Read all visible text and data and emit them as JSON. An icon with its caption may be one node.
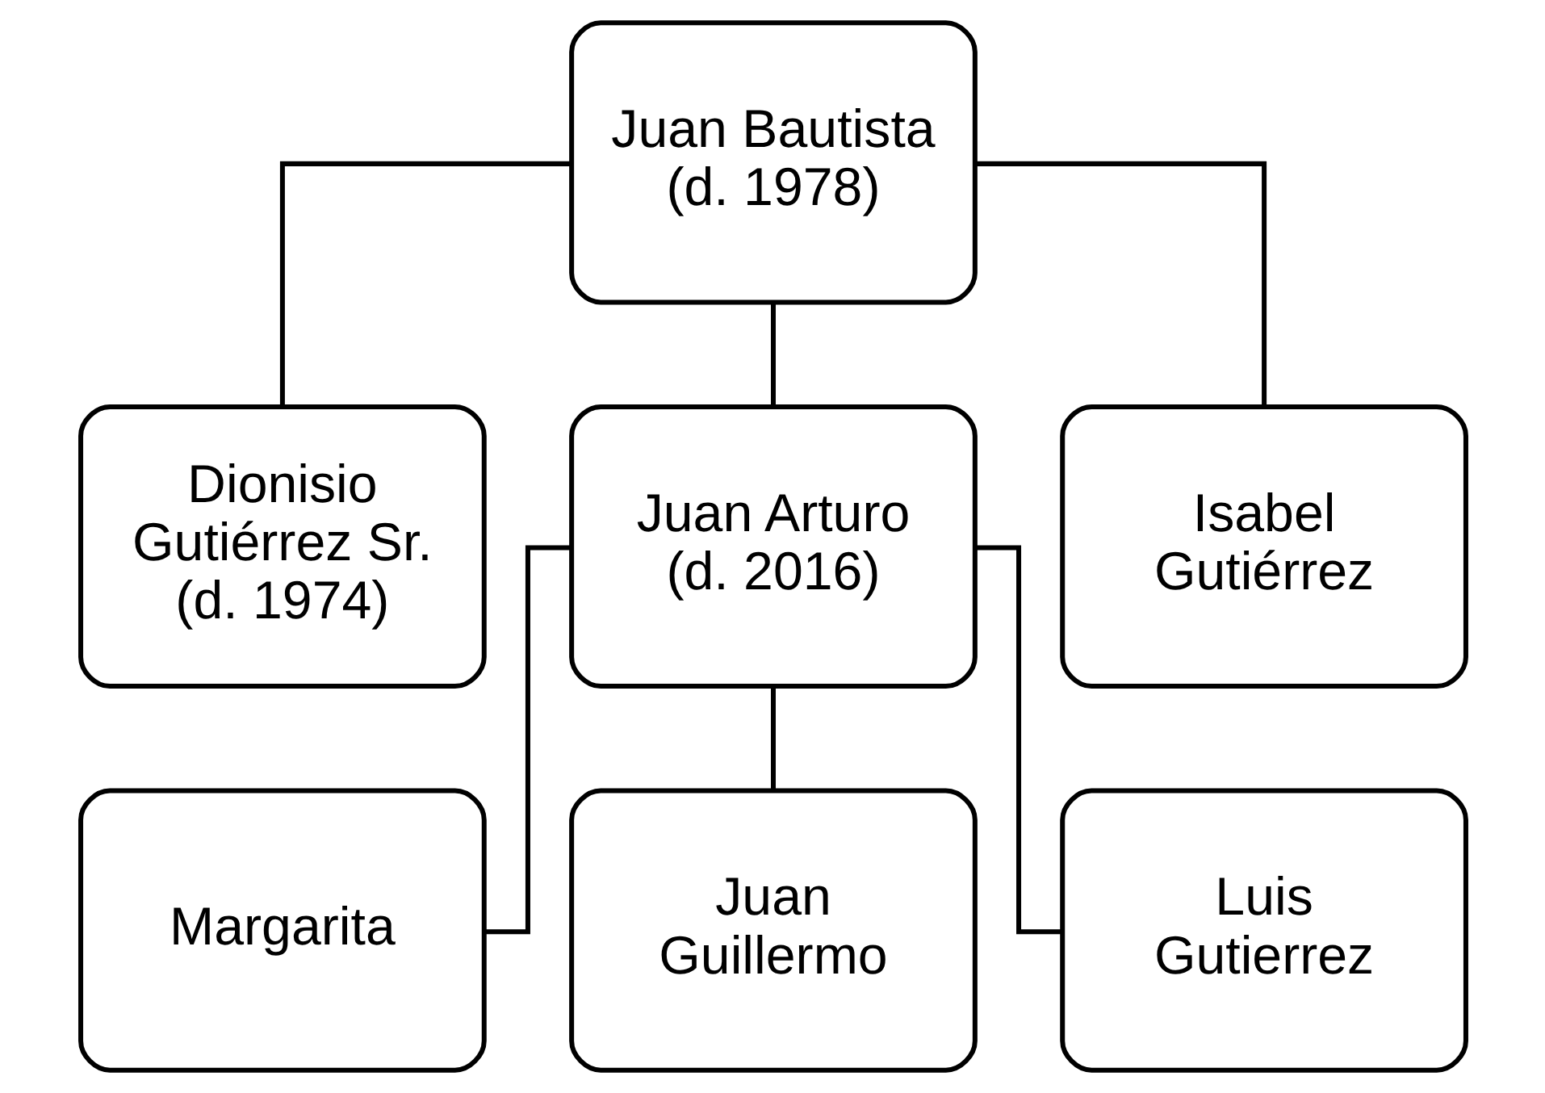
{
  "diagram": {
    "nodes": [
      {
        "text": [
          "Juan Bautista (d. 1978)"
        ]
      },
      {
        "text": [
          "Dionisio Gutiérrez Sr. (d. 1974)"
        ]
      },
      {
        "text": [
          "Juan Arturo (d. 2016)"
        ]
      },
      {
        "text": [
          "Isabel Gutiérrez"
        ]
      },
      {
        "text": [
          "Margarita"
        ]
      },
      {
        "text": [
          "Juan Guillermo"
        ]
      },
      {
        "text": [
          "Luis Gutierrez"
        ]
      }
    ],
    "edges": [
      {
        "from": 0,
        "to": 1,
        "arrow": "none"
      },
      {
        "from": 0,
        "to": 2,
        "arrow": "none"
      },
      {
        "from": 0,
        "to": 3,
        "arrow": "none"
      },
      {
        "from": 2,
        "to": 4,
        "arrow": "none"
      },
      {
        "from": 2,
        "to": 5,
        "arrow": "none"
      },
      {
        "from": 2,
        "to": 6,
        "arrow": "none"
      }
    ]
  }
}
